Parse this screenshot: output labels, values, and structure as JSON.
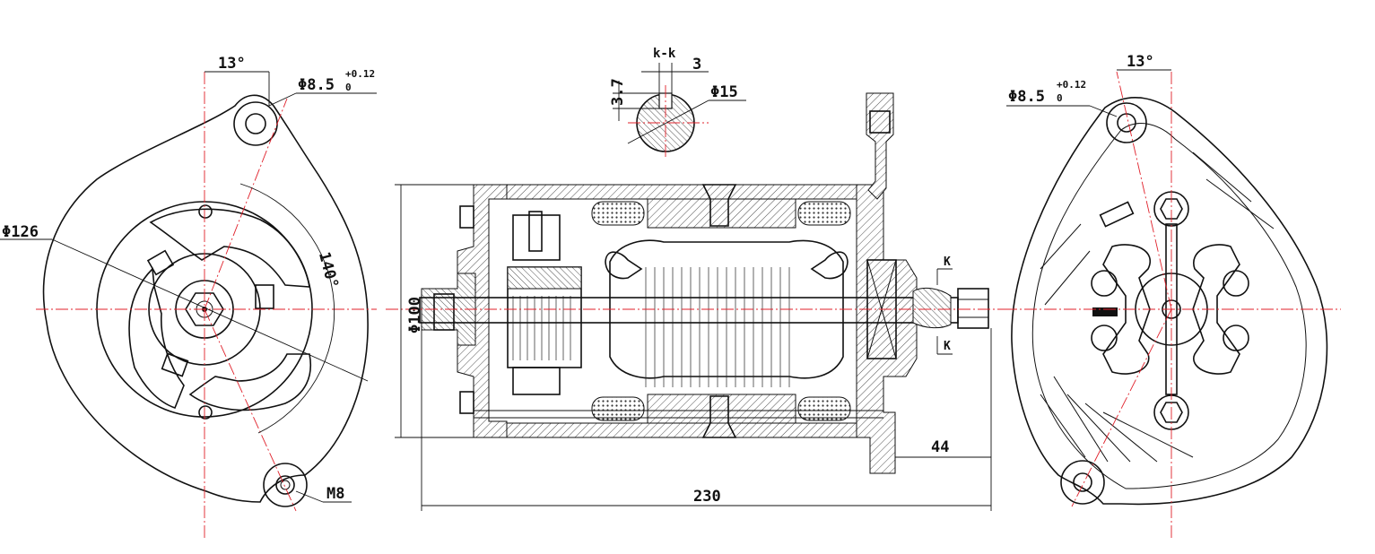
{
  "dimensions": {
    "left_angle": "13°",
    "left_hole": "Φ8.5",
    "left_hole_tol_upper": "+0.12",
    "left_hole_tol_lower": "0",
    "outer_diameter": "Φ126",
    "bolt_angle": "140°",
    "thread": "M8",
    "body_diameter": "Φ100",
    "overall_length": "230",
    "shaft_length": "44",
    "section_label": "k-k",
    "key_width": "3",
    "key_depth": "3.7",
    "shaft_diameter": "Φ15",
    "section_mark_top": "K",
    "section_mark_bottom": "K",
    "right_angle": "13°",
    "right_hole": "Φ8.5",
    "right_hole_tol_upper": "+0.12",
    "right_hole_tol_lower": "0"
  },
  "colors": {
    "ink": "#111111",
    "centerline": "#e0202a"
  }
}
